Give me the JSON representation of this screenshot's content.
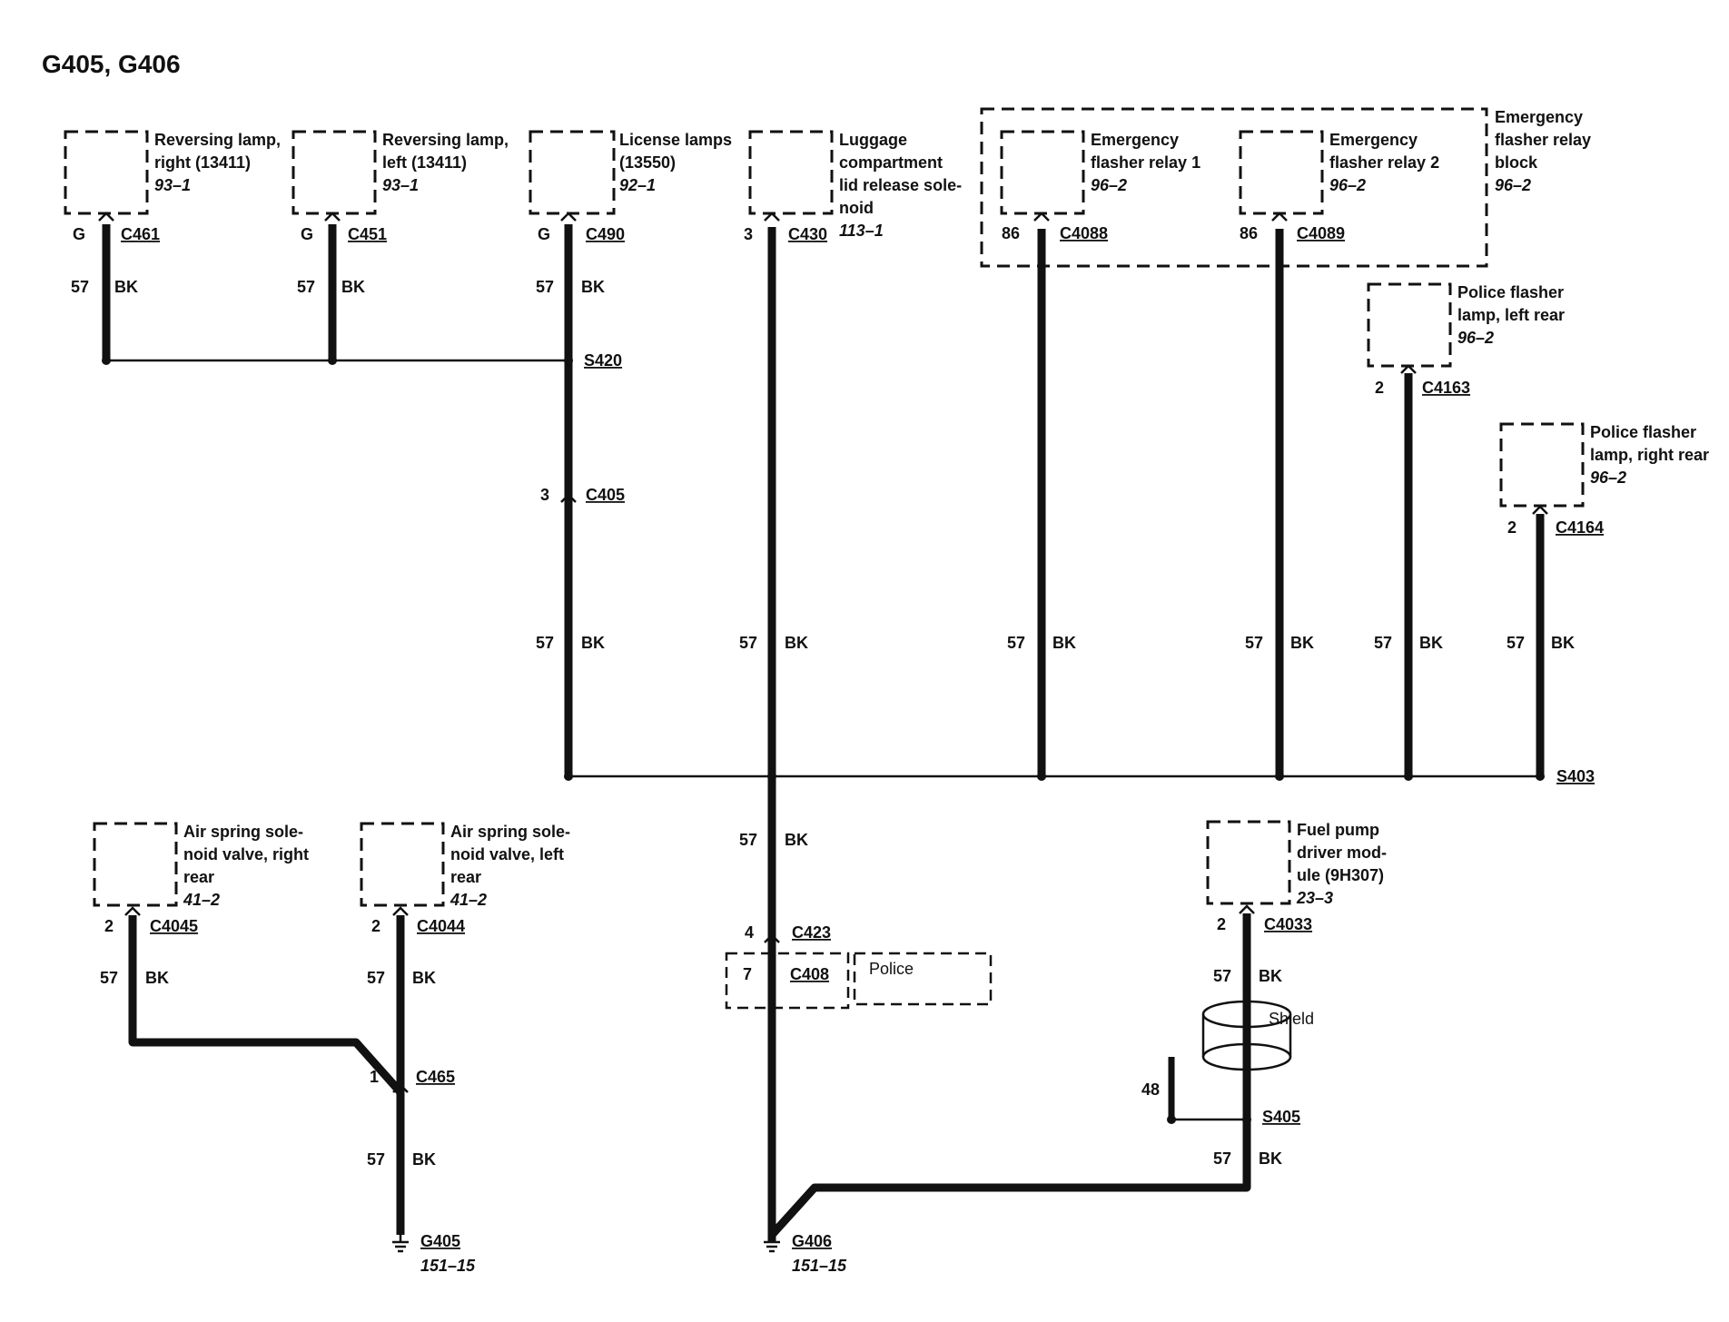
{
  "title": "G405, G406",
  "components": {
    "rev_right": {
      "name": [
        "Reversing lamp,",
        "right (13411)"
      ],
      "ref": "93–1",
      "pin": "G",
      "connector": "C461",
      "circuit": "57",
      "color": "BK"
    },
    "rev_left": {
      "name": [
        "Reversing lamp,",
        "left (13411)"
      ],
      "ref": "93–1",
      "pin": "G",
      "connector": "C451",
      "circuit": "57",
      "color": "BK"
    },
    "license": {
      "name": [
        "License lamps",
        "(13550)"
      ],
      "ref": "92–1",
      "pin": "G",
      "connector": "C490",
      "circuit": "57",
      "color": "BK"
    },
    "luggage": {
      "name": [
        "Luggage",
        "compartment",
        "lid release sole-",
        "noid"
      ],
      "ref": "113–1",
      "pin": "3",
      "connector": "C430",
      "circuit": "57",
      "color": "BK"
    },
    "relay_block": {
      "name": [
        "Emergency",
        "flasher relay",
        "block"
      ],
      "ref": "96–2"
    },
    "relay1": {
      "name": [
        "Emergency",
        "flasher relay 1"
      ],
      "ref": "96–2",
      "pin": "86",
      "connector": "C4088",
      "circuit": "57",
      "color": "BK"
    },
    "relay2": {
      "name": [
        "Emergency",
        "flasher relay 2"
      ],
      "ref": "96–2",
      "pin": "86",
      "connector": "C4089",
      "circuit": "57",
      "color": "BK"
    },
    "police_left": {
      "name": [
        "Police flasher",
        "lamp, left rear"
      ],
      "ref": "96–2",
      "pin": "2",
      "connector": "C4163",
      "circuit": "57",
      "color": "BK"
    },
    "police_right": {
      "name": [
        "Police flasher",
        "lamp, right rear"
      ],
      "ref": "96–2",
      "pin": "2",
      "connector": "C4164",
      "circuit": "57",
      "color": "BK"
    },
    "air_right": {
      "name": [
        "Air spring sole-",
        "noid valve, right",
        "rear"
      ],
      "ref": "41–2",
      "pin": "2",
      "connector": "C4045",
      "circuit": "57",
      "color": "BK"
    },
    "air_left": {
      "name": [
        "Air spring sole-",
        "noid valve, left",
        "rear"
      ],
      "ref": "41–2",
      "pin": "2",
      "connector": "C4044",
      "circuit": "57",
      "color": "BK"
    },
    "fuel_pump": {
      "name": [
        "Fuel pump",
        "driver mod-",
        "ule (9H307)"
      ],
      "ref": "23–3",
      "pin": "2",
      "connector": "C4033",
      "circuit": "57",
      "color": "BK"
    }
  },
  "splices": {
    "s420": "S420",
    "s403": "S403",
    "s405": "S405"
  },
  "inline": {
    "c405": {
      "pin": "3",
      "connector": "C405"
    },
    "c423": {
      "pin": "4",
      "connector": "C423"
    },
    "c408": {
      "pin": "7",
      "connector": "C408",
      "option": "Police"
    },
    "c465": {
      "pin": "1",
      "connector": "C465"
    }
  },
  "wires": {
    "license_lower": {
      "circuit": "57",
      "color": "BK"
    },
    "g406_upper": {
      "circuit": "57",
      "color": "BK"
    },
    "air_right": {
      "circuit": "57",
      "color": "BK"
    },
    "air_left": {
      "circuit": "57",
      "color": "BK"
    },
    "g405": {
      "circuit": "57",
      "color": "BK"
    },
    "fuel_pump": {
      "circuit": "57",
      "color": "BK"
    },
    "s405_lower": {
      "circuit": "57",
      "color": "BK"
    }
  },
  "shield": {
    "label": "Shield",
    "circuit": "48"
  },
  "grounds": {
    "g405": {
      "name": "G405",
      "ref": "151–15"
    },
    "g406": {
      "name": "G406",
      "ref": "151–15"
    }
  }
}
